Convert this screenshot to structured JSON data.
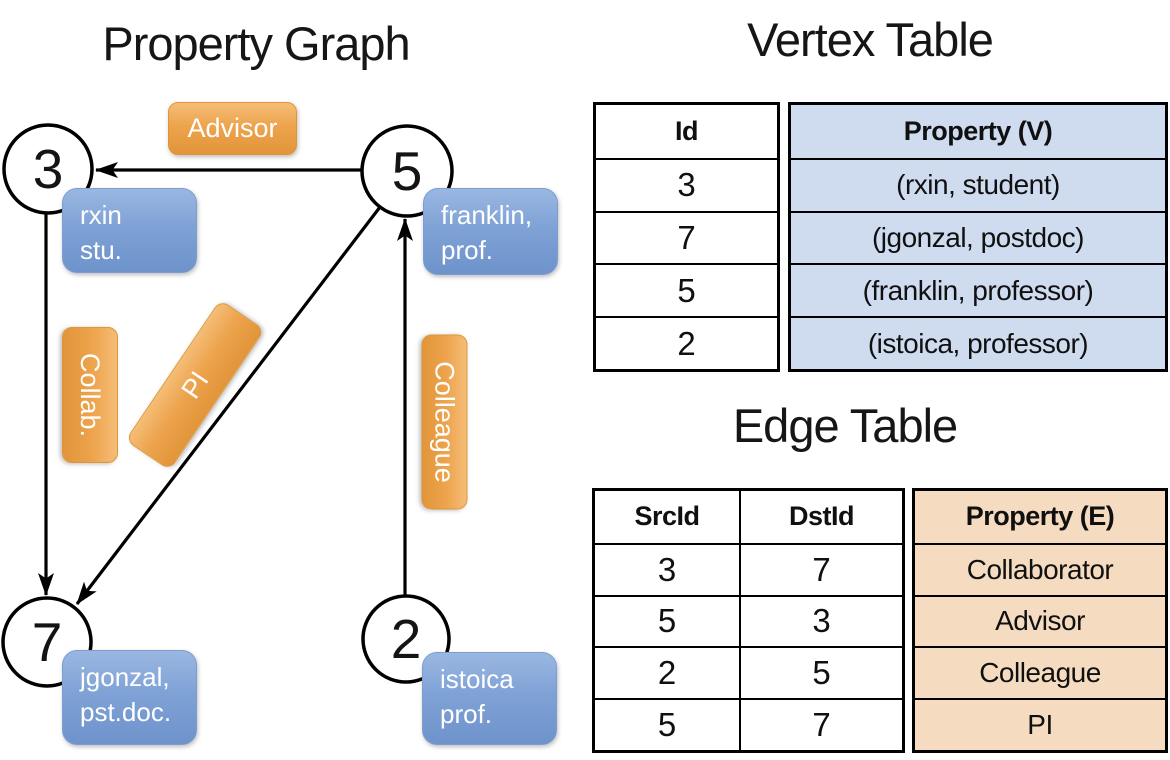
{
  "graph": {
    "title": "Property Graph",
    "nodes": [
      {
        "id": "3",
        "line1": "rxin",
        "line2": "stu."
      },
      {
        "id": "5",
        "line1": "franklin,",
        "line2": "prof."
      },
      {
        "id": "7",
        "line1": "jgonzal,",
        "line2": "pst.doc."
      },
      {
        "id": "2",
        "line1": "istoica",
        "line2": "prof."
      }
    ],
    "edges": [
      {
        "src": "5",
        "dst": "3",
        "label": "Advisor"
      },
      {
        "src": "3",
        "dst": "7",
        "label": "Collab."
      },
      {
        "src": "5",
        "dst": "7",
        "label": "PI"
      },
      {
        "src": "2",
        "dst": "5",
        "label": "Colleague"
      }
    ]
  },
  "vertex_table": {
    "title": "Vertex Table",
    "headers": {
      "id": "Id",
      "property": "Property (V)"
    },
    "rows": [
      {
        "id": "3",
        "property": "(rxin, student)"
      },
      {
        "id": "7",
        "property": "(jgonzal, postdoc)"
      },
      {
        "id": "5",
        "property": "(franklin, professor)"
      },
      {
        "id": "2",
        "property": "(istoica, professor)"
      }
    ]
  },
  "edge_table": {
    "title": "Edge Table",
    "headers": {
      "src": "SrcId",
      "dst": "DstId",
      "property": "Property (E)"
    },
    "rows": [
      {
        "src": "3",
        "dst": "7",
        "property": "Collaborator"
      },
      {
        "src": "5",
        "dst": "3",
        "property": "Advisor"
      },
      {
        "src": "2",
        "dst": "5",
        "property": "Colleague"
      },
      {
        "src": "5",
        "dst": "7",
        "property": "PI"
      }
    ]
  },
  "colors": {
    "edge_label_box": "#eda44d",
    "vertex_box": "#7fa2d6",
    "vertex_property_cell": "#cfdcf0",
    "edge_property_cell": "#f5dcc0",
    "line": "#000000",
    "text_on_boxes": "#ffffff"
  }
}
